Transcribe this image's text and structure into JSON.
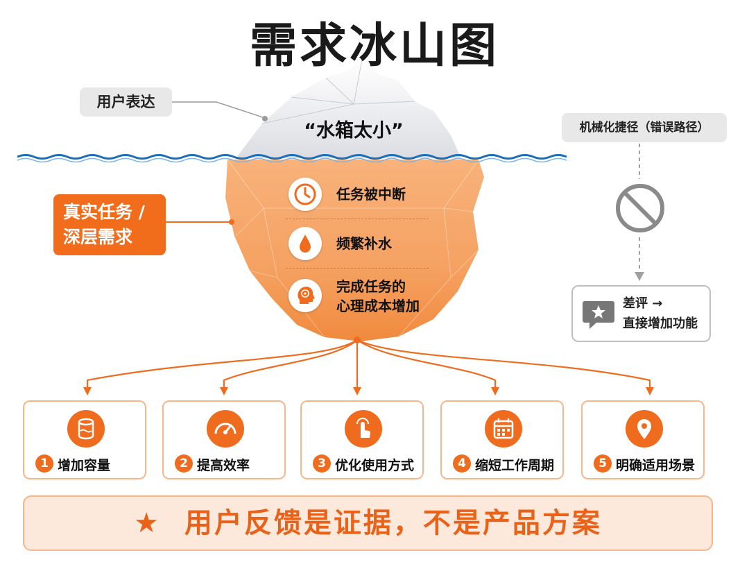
{
  "title": "需求冰山图",
  "surface": {
    "label": "用户表达",
    "quote": "“水箱太小”"
  },
  "deep": {
    "label_line1": "真实任务 /",
    "label_line2": "深层需求",
    "needs": [
      {
        "icon": "clock-icon",
        "line1": "任务被中断",
        "line2": ""
      },
      {
        "icon": "water-drop-icon",
        "line1": "频繁补水",
        "line2": ""
      },
      {
        "icon": "head-brain-icon",
        "line1": "完成任务的",
        "line2": "心理成本增加"
      }
    ]
  },
  "solutions": [
    {
      "num": "1",
      "label": "增加容量",
      "icon": "cylinder-icon"
    },
    {
      "num": "2",
      "label": "提高效率",
      "icon": "gauge-icon"
    },
    {
      "num": "3",
      "label": "优化使用方式",
      "icon": "tap-hand-icon"
    },
    {
      "num": "4",
      "label": "缩短工作周期",
      "icon": "calendar-icon"
    },
    {
      "num": "5",
      "label": "明确适用场景",
      "icon": "location-pin-icon"
    }
  ],
  "wrong_path": {
    "label": "机械化捷径（错误路径）",
    "result_line1": "差评 →",
    "result_line2": "直接增加功能",
    "icons": [
      "no-entry-icon",
      "star-review-icon"
    ]
  },
  "banner": {
    "icon": "star-icon",
    "text": "用户反馈是证据，不是产品方案"
  },
  "colors": {
    "accent": "#ef6b1e",
    "accent_light": "#fde9dc",
    "water": "#1f6fb5",
    "gray": "#8a8a8a"
  }
}
